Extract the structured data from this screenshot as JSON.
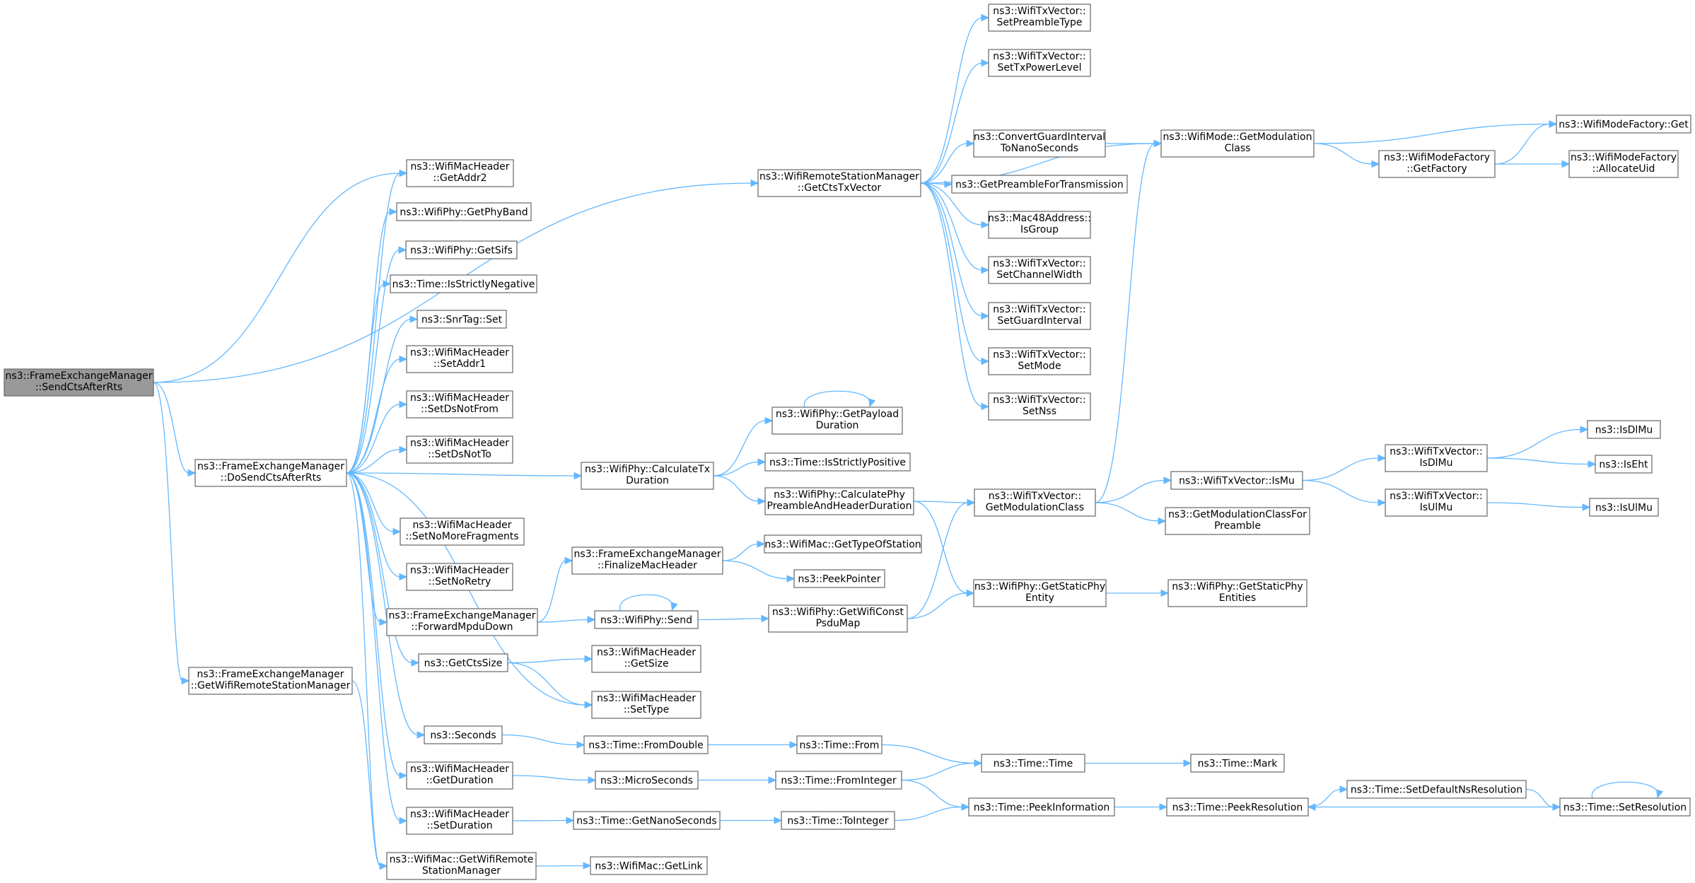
{
  "colors": {
    "edge": "#63b8ff",
    "node_border": "#666666",
    "root_fill": "#999999",
    "node_fill": "#ffffff"
  },
  "nodes": {
    "n_root": {
      "lines": [
        "ns3::FrameExchangeManager",
        "::SendCtsAfterRts"
      ]
    },
    "n_dosend": {
      "lines": [
        "ns3::FrameExchangeManager",
        "::DoSendCtsAfterRts"
      ]
    },
    "n_getwrsm": {
      "lines": [
        "ns3::FrameExchangeManager",
        "::GetWifiRemoteStationManager"
      ]
    },
    "n_getctstx": {
      "lines": [
        "ns3::WifiRemoteStationManager",
        "::GetCtsTxVector"
      ]
    },
    "n_getaddr2": {
      "lines": [
        "ns3::WifiMacHeader",
        "::GetAddr2"
      ]
    },
    "n_getphyband": {
      "lines": [
        "ns3::WifiPhy::GetPhyBand"
      ]
    },
    "n_getsifs": {
      "lines": [
        "ns3::WifiPhy::GetSifs"
      ]
    },
    "n_isstrneg": {
      "lines": [
        "ns3::Time::IsStrictlyNegative"
      ]
    },
    "n_snrset": {
      "lines": [
        "ns3::SnrTag::Set"
      ]
    },
    "n_setaddr1": {
      "lines": [
        "ns3::WifiMacHeader",
        "::SetAddr1"
      ]
    },
    "n_setdsnotfrom": {
      "lines": [
        "ns3::WifiMacHeader",
        "::SetDsNotFrom"
      ]
    },
    "n_setdsnotto": {
      "lines": [
        "ns3::WifiMacHeader",
        "::SetDsNotTo"
      ]
    },
    "n_setnomore": {
      "lines": [
        "ns3::WifiMacHeader",
        "::SetNoMoreFragments"
      ]
    },
    "n_setnoretry": {
      "lines": [
        "ns3::WifiMacHeader",
        "::SetNoRetry"
      ]
    },
    "n_fwdmpdu": {
      "lines": [
        "ns3::FrameExchangeManager",
        "::ForwardMpduDown"
      ]
    },
    "n_getctssize": {
      "lines": [
        "ns3::GetCtsSize"
      ]
    },
    "n_seconds": {
      "lines": [
        "ns3::Seconds"
      ]
    },
    "n_getduration": {
      "lines": [
        "ns3::WifiMacHeader",
        "::GetDuration"
      ]
    },
    "n_setduration": {
      "lines": [
        "ns3::WifiMacHeader",
        "::SetDuration"
      ]
    },
    "n_macgetwrsm": {
      "lines": [
        "ns3::WifiMac::GetWifiRemote",
        "StationManager"
      ]
    },
    "n_calctx": {
      "lines": [
        "ns3::WifiPhy::CalculateTx",
        "Duration"
      ]
    },
    "n_getpayload": {
      "lines": [
        "ns3::WifiPhy::GetPayload",
        "Duration"
      ]
    },
    "n_isstrpos": {
      "lines": [
        "ns3::Time::IsStrictlyPositive"
      ]
    },
    "n_calcpreamble": {
      "lines": [
        "ns3::WifiPhy::CalculatePhy",
        "PreambleAndHeaderDuration"
      ]
    },
    "n_finalize": {
      "lines": [
        "ns3::FrameExchangeManager",
        "::FinalizeMacHeader"
      ]
    },
    "n_gettypeofsta": {
      "lines": [
        "ns3::WifiMac::GetTypeOfStation"
      ]
    },
    "n_peekpointer": {
      "lines": [
        "ns3::PeekPointer"
      ]
    },
    "n_physend": {
      "lines": [
        "ns3::WifiPhy::Send"
      ]
    },
    "n_getwificonst": {
      "lines": [
        "ns3::WifiPhy::GetWifiConst",
        "PsduMap"
      ]
    },
    "n_hdrgetsize": {
      "lines": [
        "ns3::WifiMacHeader",
        "::GetSize"
      ]
    },
    "n_settype": {
      "lines": [
        "ns3::WifiMacHeader",
        "::SetType"
      ]
    },
    "n_fromdouble": {
      "lines": [
        "ns3::Time::FromDouble"
      ]
    },
    "n_microseconds": {
      "lines": [
        "ns3::MicroSeconds"
      ]
    },
    "n_getnanosec": {
      "lines": [
        "ns3::Time::GetNanoSeconds"
      ]
    },
    "n_maclink": {
      "lines": [
        "ns3::WifiMac::GetLink"
      ]
    },
    "n_setpreamble": {
      "lines": [
        "ns3::WifiTxVector::",
        "SetPreambleType"
      ]
    },
    "n_settxpower": {
      "lines": [
        "ns3::WifiTxVector::",
        "SetTxPowerLevel"
      ]
    },
    "n_convgi": {
      "lines": [
        "ns3::ConvertGuardInterval",
        "ToNanoSeconds"
      ]
    },
    "n_getpreamblefor": {
      "lines": [
        "ns3::GetPreambleForTransmission"
      ]
    },
    "n_isgroup": {
      "lines": [
        "ns3::Mac48Address::",
        "IsGroup"
      ]
    },
    "n_setchwidth": {
      "lines": [
        "ns3::WifiTxVector::",
        "SetChannelWidth"
      ]
    },
    "n_setgi": {
      "lines": [
        "ns3::WifiTxVector::",
        "SetGuardInterval"
      ]
    },
    "n_setmode": {
      "lines": [
        "ns3::WifiTxVector::",
        "SetMode"
      ]
    },
    "n_setnss": {
      "lines": [
        "ns3::WifiTxVector::",
        "SetNss"
      ]
    },
    "n_txgetmodclass": {
      "lines": [
        "ns3::WifiTxVector::",
        "GetModulationClass"
      ]
    },
    "n_getstaticphy": {
      "lines": [
        "ns3::WifiPhy::GetStaticPhy",
        "Entity"
      ]
    },
    "n_timefrom": {
      "lines": [
        "ns3::Time::From"
      ]
    },
    "n_frominteger": {
      "lines": [
        "ns3::Time::FromInteger"
      ]
    },
    "n_tointeger": {
      "lines": [
        "ns3::Time::ToInteger"
      ]
    },
    "n_modegetmod": {
      "lines": [
        "ns3::WifiMode::GetModulation",
        "Class"
      ]
    },
    "n_ismu": {
      "lines": [
        "ns3::WifiTxVector::IsMu"
      ]
    },
    "n_getmodclassfor": {
      "lines": [
        "ns3::GetModulationClassFor",
        "Preamble"
      ]
    },
    "n_getstaticphys": {
      "lines": [
        "ns3::WifiPhy::GetStaticPhy",
        "Entities"
      ]
    },
    "n_timetime": {
      "lines": [
        "ns3::Time::Time"
      ]
    },
    "n_peekinfo": {
      "lines": [
        "ns3::Time::PeekInformation"
      ]
    },
    "n_peekres": {
      "lines": [
        "ns3::Time::PeekResolution"
      ]
    },
    "n_timemark": {
      "lines": [
        "ns3::Time::Mark"
      ]
    },
    "n_setdefres": {
      "lines": [
        "ns3::Time::SetDefaultNsResolution"
      ]
    },
    "n_setres": {
      "lines": [
        "ns3::Time::SetResolution"
      ]
    },
    "n_getfactory": {
      "lines": [
        "ns3::WifiModeFactory",
        "::GetFactory"
      ]
    },
    "n_factget": {
      "lines": [
        "ns3::WifiModeFactory::Get"
      ]
    },
    "n_allocuid": {
      "lines": [
        "ns3::WifiModeFactory",
        "::AllocateUid"
      ]
    },
    "n_txisdlmu": {
      "lines": [
        "ns3::WifiTxVector::",
        "IsDlMu"
      ]
    },
    "n_txisulmu": {
      "lines": [
        "ns3::WifiTxVector::",
        "IsUlMu"
      ]
    },
    "n_isdlmu": {
      "lines": [
        "ns3::IsDlMu"
      ]
    },
    "n_iseht": {
      "lines": [
        "ns3::IsEht"
      ]
    },
    "n_isulmu": {
      "lines": [
        "ns3::IsUlMu"
      ]
    }
  },
  "edges": [
    [
      "n_root",
      "n_getctstx"
    ],
    [
      "n_root",
      "n_getaddr2"
    ],
    [
      "n_root",
      "n_dosend"
    ],
    [
      "n_root",
      "n_getwrsm"
    ],
    [
      "n_dosend",
      "n_getaddr2"
    ],
    [
      "n_dosend",
      "n_getphyband"
    ],
    [
      "n_dosend",
      "n_getsifs"
    ],
    [
      "n_dosend",
      "n_isstrneg"
    ],
    [
      "n_dosend",
      "n_snrset"
    ],
    [
      "n_dosend",
      "n_setaddr1"
    ],
    [
      "n_dosend",
      "n_setdsnotfrom"
    ],
    [
      "n_dosend",
      "n_setdsnotto"
    ],
    [
      "n_dosend",
      "n_setnomore"
    ],
    [
      "n_dosend",
      "n_setnoretry"
    ],
    [
      "n_dosend",
      "n_fwdmpdu"
    ],
    [
      "n_dosend",
      "n_getctssize"
    ],
    [
      "n_dosend",
      "n_seconds"
    ],
    [
      "n_dosend",
      "n_getduration"
    ],
    [
      "n_dosend",
      "n_setduration"
    ],
    [
      "n_dosend",
      "n_calctx"
    ],
    [
      "n_dosend",
      "n_settype"
    ],
    [
      "n_dosend",
      "n_macgetwrsm"
    ],
    [
      "n_getwrsm",
      "n_macgetwrsm"
    ],
    [
      "n_getctstx",
      "n_setpreamble"
    ],
    [
      "n_getctstx",
      "n_settxpower"
    ],
    [
      "n_getctstx",
      "n_modegetmod"
    ],
    [
      "n_getctstx",
      "n_convgi"
    ],
    [
      "n_getctstx",
      "n_getpreamblefor"
    ],
    [
      "n_getctstx",
      "n_isgroup"
    ],
    [
      "n_getctstx",
      "n_setchwidth"
    ],
    [
      "n_getctstx",
      "n_setgi"
    ],
    [
      "n_getctstx",
      "n_setmode"
    ],
    [
      "n_getctstx",
      "n_setnss"
    ],
    [
      "n_convgi",
      "n_modegetmod"
    ],
    [
      "n_modegetmod",
      "n_factget"
    ],
    [
      "n_modegetmod",
      "n_getfactory"
    ],
    [
      "n_getfactory",
      "n_factget"
    ],
    [
      "n_getfactory",
      "n_allocuid"
    ],
    [
      "n_calctx",
      "n_getpayload"
    ],
    [
      "n_calctx",
      "n_isstrpos"
    ],
    [
      "n_calctx",
      "n_calcpreamble"
    ],
    [
      "n_getpayload",
      "n_getpayload"
    ],
    [
      "n_calcpreamble",
      "n_txgetmodclass"
    ],
    [
      "n_calcpreamble",
      "n_getstaticphy"
    ],
    [
      "n_txgetmodclass",
      "n_modegetmod"
    ],
    [
      "n_txgetmodclass",
      "n_ismu"
    ],
    [
      "n_txgetmodclass",
      "n_getmodclassfor"
    ],
    [
      "n_ismu",
      "n_txisdlmu"
    ],
    [
      "n_ismu",
      "n_txisulmu"
    ],
    [
      "n_txisdlmu",
      "n_isdlmu"
    ],
    [
      "n_txisdlmu",
      "n_iseht"
    ],
    [
      "n_txisulmu",
      "n_isulmu"
    ],
    [
      "n_fwdmpdu",
      "n_finalize"
    ],
    [
      "n_fwdmpdu",
      "n_physend"
    ],
    [
      "n_finalize",
      "n_gettypeofsta"
    ],
    [
      "n_finalize",
      "n_peekpointer"
    ],
    [
      "n_physend",
      "n_physend"
    ],
    [
      "n_physend",
      "n_getwificonst"
    ],
    [
      "n_getwificonst",
      "n_txgetmodclass"
    ],
    [
      "n_getwificonst",
      "n_getstaticphy"
    ],
    [
      "n_getstaticphy",
      "n_getstaticphys"
    ],
    [
      "n_getctssize",
      "n_hdrgetsize"
    ],
    [
      "n_getctssize",
      "n_settype"
    ],
    [
      "n_seconds",
      "n_fromdouble"
    ],
    [
      "n_fromdouble",
      "n_timefrom"
    ],
    [
      "n_timefrom",
      "n_timetime"
    ],
    [
      "n_getduration",
      "n_microseconds"
    ],
    [
      "n_microseconds",
      "n_frominteger"
    ],
    [
      "n_frominteger",
      "n_timetime"
    ],
    [
      "n_frominteger",
      "n_peekinfo"
    ],
    [
      "n_setduration",
      "n_getnanosec"
    ],
    [
      "n_getnanosec",
      "n_tointeger"
    ],
    [
      "n_tointeger",
      "n_peekinfo"
    ],
    [
      "n_timetime",
      "n_timemark"
    ],
    [
      "n_peekinfo",
      "n_peekres"
    ],
    [
      "n_peekres",
      "n_setdefres"
    ],
    [
      "n_setdefres",
      "n_setres"
    ],
    [
      "n_setres",
      "n_peekres"
    ],
    [
      "n_setres",
      "n_setres"
    ],
    [
      "n_macgetwrsm",
      "n_maclink"
    ]
  ]
}
